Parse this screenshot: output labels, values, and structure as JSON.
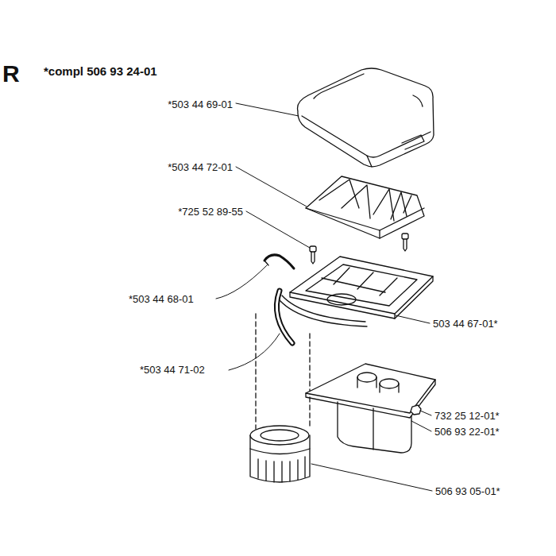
{
  "diagram": {
    "labels": [
      "R",
      "*compl 506 93 24-01",
      "*503 44 69-01",
      "*503 44 72-01",
      "*725 52 89-55",
      "*503 44 68-01",
      "503 44 67-01*",
      "*503 44 71-02",
      "732 25 12-01*",
      "506 93 22-01*",
      "506 93 05-01*"
    ]
  }
}
